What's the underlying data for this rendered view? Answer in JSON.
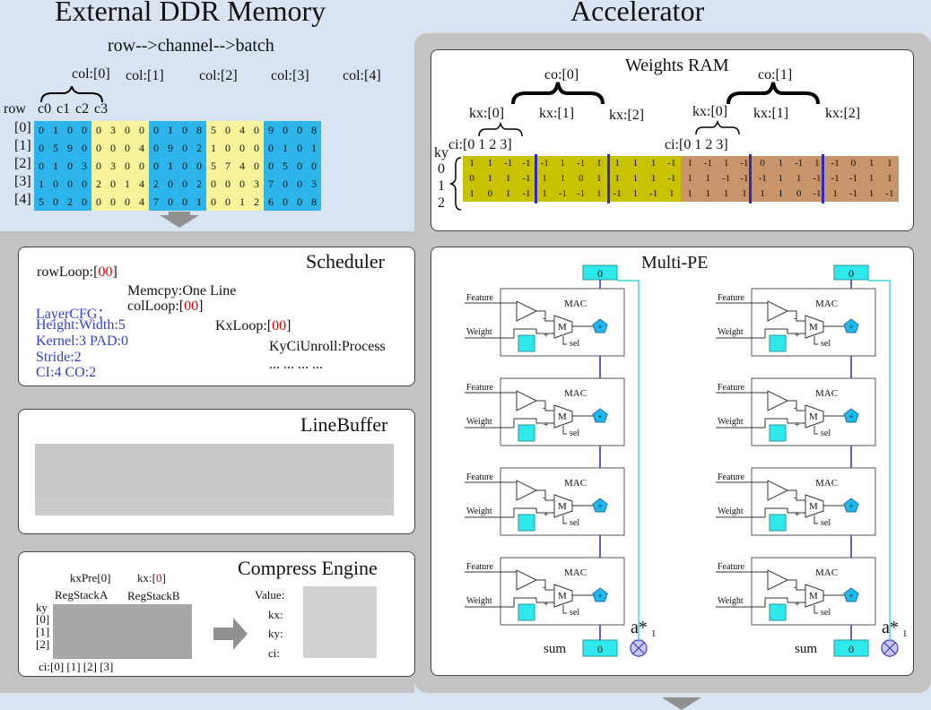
{
  "titles": {
    "ddr": "External DDR Memory",
    "accel": "Accelerator",
    "order": "row-->channel-->batch"
  },
  "ddr": {
    "col_labels": [
      "col:[0]",
      "col:[1]",
      "col:[2]",
      "col:[3]",
      "col:[4]"
    ],
    "channel_labels": [
      "c0",
      "c1",
      "c2",
      "c3"
    ],
    "row_header": "row",
    "row_labels": [
      "[0]",
      "[1]",
      "[2]",
      "[3]",
      "[4]"
    ],
    "col_colors": [
      "#2db4ea",
      "#f6f39a",
      "#2db4ea",
      "#f6f39a",
      "#2db4ea"
    ],
    "rows": [
      [
        "0",
        "1",
        "0",
        "0",
        "0",
        "3",
        "0",
        "0",
        "0",
        "1",
        "0",
        "8",
        "5",
        "0",
        "4",
        "0",
        "9",
        "0",
        "0",
        "8"
      ],
      [
        "0",
        "5",
        "9",
        "0",
        "0",
        "0",
        "0",
        "4",
        "0",
        "9",
        "0",
        "2",
        "1",
        "0",
        "0",
        "0",
        "0",
        "1",
        "0",
        "1"
      ],
      [
        "0",
        "1",
        "0",
        "3",
        "0",
        "3",
        "0",
        "0",
        "0",
        "1",
        "0",
        "0",
        "5",
        "7",
        "4",
        "0",
        "0",
        "5",
        "0",
        "0"
      ],
      [
        "1",
        "0",
        "0",
        "0",
        "2",
        "0",
        "1",
        "4",
        "2",
        "0",
        "0",
        "2",
        "0",
        "0",
        "0",
        "3",
        "7",
        "0",
        "0",
        "3"
      ],
      [
        "5",
        "0",
        "2",
        "0",
        "0",
        "0",
        "0",
        "4",
        "7",
        "0",
        "0",
        "1",
        "0",
        "0",
        "1",
        "2",
        "6",
        "0",
        "0",
        "8"
      ]
    ]
  },
  "weights": {
    "title": "Weights RAM",
    "co_labels": [
      "co:[0]",
      "co:[1]"
    ],
    "kx_labels_a": [
      "kx:[0]",
      "kx:[1]",
      "kx:[2]"
    ],
    "kx_labels_b": [
      "kx:[0]",
      "kx:[1]",
      "kx:[2]"
    ],
    "ci_label_a": "ci:[0  1  2  3]",
    "ci_label_b": "ci:[0  1  2  3]",
    "ky_label": "ky",
    "ky_values": [
      "0",
      "1",
      "2"
    ],
    "color_a": "#c8c200",
    "color_b": "#c8946a",
    "rows": [
      [
        "1",
        "1",
        "-1",
        "-1",
        "-1",
        "1",
        "-1",
        "1",
        "1",
        "1",
        "1",
        "-1",
        "1",
        "-1",
        "1",
        "-1",
        "0",
        "1",
        "-1",
        "1",
        "-1",
        "0",
        "1",
        "1"
      ],
      [
        "0",
        "1",
        "1",
        "-1",
        "1",
        "1",
        "0",
        "1",
        "1",
        "1",
        "1",
        "-1",
        "1",
        "1",
        "-1",
        "-1",
        "-1",
        "1",
        "1",
        "-1",
        "-1",
        "-1",
        "1",
        "1"
      ],
      [
        "1",
        "0",
        "1",
        "-1",
        "1",
        "-1",
        "-1",
        "1",
        "-1",
        "1",
        "-1",
        "1",
        "1",
        "1",
        "1",
        "1",
        "1",
        "1",
        "0",
        "-1",
        "1",
        "-1",
        "1",
        "-1"
      ]
    ]
  },
  "scheduler": {
    "title": "Scheduler",
    "row_loop": "rowLoop:[",
    "row_loop_val": "00",
    "close": "]",
    "memcpy": "Memcpy:One Line",
    "col_loop": "colLoop:[",
    "col_loop_val": "00",
    "kx_loop": "KxLoop:[",
    "kx_loop_val": "00",
    "kyci": "KyCiUnroll:Process",
    "dots": "... ... ... ...",
    "cfg": [
      "LayerCFG：",
      "Height:Width:5",
      "Kernel:3 PAD:0",
      "Stride:2",
      "CI:4 CO:2"
    ]
  },
  "linebuffer": {
    "title": "LineBuffer"
  },
  "compress": {
    "title": "Compress Engine",
    "kxpre": "kxPre[0]",
    "kx": "kx:[",
    "kx_val": "0",
    "kx_close": "]",
    "stack_a": "RegStackA",
    "stack_b": "RegStackB",
    "ky": [
      "ky",
      "[0]",
      "[1]",
      "[2]"
    ],
    "ci": "ci:[0]  [1]  [2]  [3]",
    "fields": [
      "Value:",
      "kx:",
      "ky:",
      "ci:"
    ]
  },
  "multipe": {
    "title": "Multi-PE",
    "mac": "MAC",
    "feature": "Feature",
    "weight": "Weight",
    "sel": "sel",
    "m": "M",
    "minus": "-",
    "plus": "+",
    "top_value": "0",
    "sum_label": "sum",
    "sum_value": "0",
    "a_label": "a*",
    "a_sub": "1"
  }
}
